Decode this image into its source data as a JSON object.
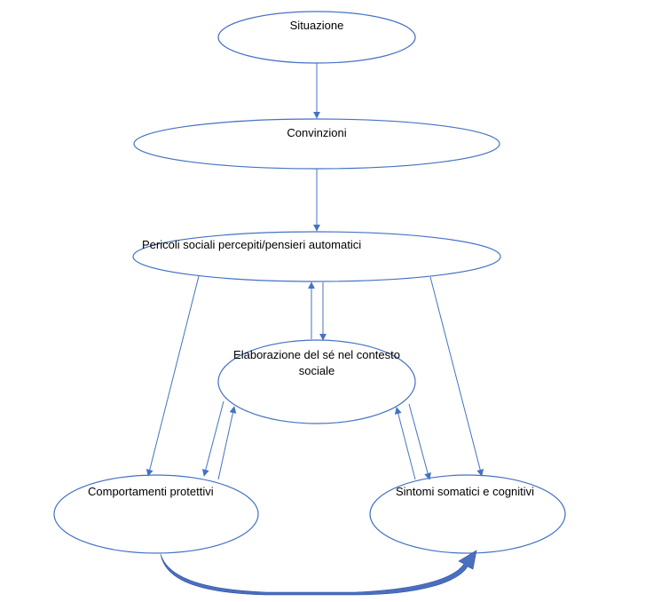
{
  "diagram": {
    "nodes": {
      "situazione": "Situazione",
      "convinzioni": "Convinzioni",
      "pericoli": "Pericoli sociali percepiti/pensieri automatici",
      "elaborazione_line1": "Elaborazione del sé nel contesto",
      "elaborazione_line2": "sociale",
      "comportamenti": "Comportamenti protettivi",
      "sintomi": "Sintomi somatici e cognitivi"
    },
    "colors": {
      "node_stroke": "#4472c4",
      "edge": "#4472c4",
      "curved_arrow": "#4a6fc0"
    }
  }
}
